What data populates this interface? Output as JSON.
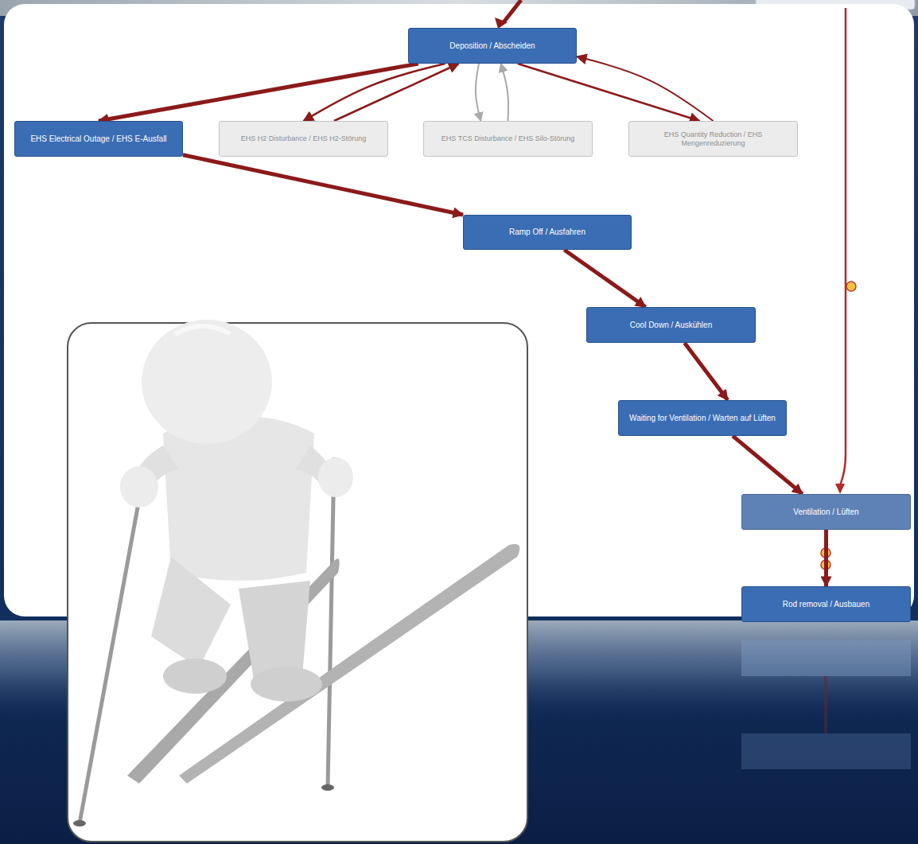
{
  "diagram": {
    "nodes": [
      {
        "text": [
          "Deposition / Abscheiden"
        ]
      },
      {
        "text": [
          "EHS Electrical Outage / EHS E-Ausfall"
        ]
      },
      {
        "text": [
          "EHS H2 Disturbance / EHS H2-Störung"
        ]
      },
      {
        "text": [
          "EHS TCS Disturbance / EHS Silo-Störung"
        ]
      },
      {
        "text": [
          "EHS Quantity Reduction / EHS Mengenreduzierung"
        ]
      },
      {
        "text": [
          "Ramp Off / Ausfahren"
        ]
      },
      {
        "text": [
          "Cool Down / Auskühlen"
        ]
      },
      {
        "text": [
          "Waiting for Ventilation / Warten auf Lüften"
        ]
      },
      {
        "text": [
          "Ventilation / Lüften"
        ]
      },
      {
        "text": [
          "Rod removal / Ausbauen"
        ]
      }
    ],
    "edges": [
      {
        "from": 0,
        "to": 1,
        "arrow": "to"
      },
      {
        "from": 0,
        "to": 2,
        "arrow": "to"
      },
      {
        "from": 2,
        "to": 0,
        "arrow": "to"
      },
      {
        "from": 3,
        "to": 0,
        "arrow": "to"
      },
      {
        "from": 0,
        "to": 3,
        "arrow": "to"
      },
      {
        "from": 0,
        "to": 4,
        "arrow": "to"
      },
      {
        "from": 4,
        "to": 0,
        "arrow": "to"
      },
      {
        "from": 1,
        "to": 5,
        "arrow": "to"
      },
      {
        "from": 5,
        "to": 6,
        "arrow": "to"
      },
      {
        "from": 6,
        "to": 7,
        "arrow": "to"
      },
      {
        "from": 7,
        "to": 8,
        "arrow": "to"
      },
      {
        "from": 8,
        "to": 9,
        "arrow": "to"
      }
    ]
  }
}
